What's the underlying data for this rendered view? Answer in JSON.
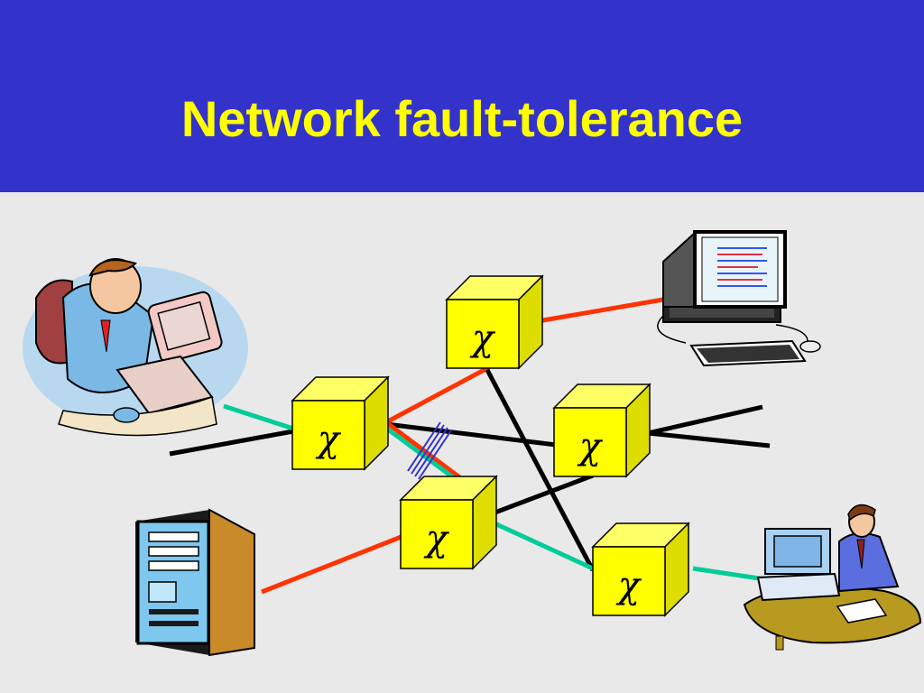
{
  "slide": {
    "title": "Network fault-tolerance"
  },
  "switches": [
    {
      "id": "sw-top",
      "label": "χ"
    },
    {
      "id": "sw-left",
      "label": "χ"
    },
    {
      "id": "sw-mid-right",
      "label": "χ"
    },
    {
      "id": "sw-mid-center",
      "label": "χ"
    },
    {
      "id": "sw-bottom-right",
      "label": "χ"
    }
  ],
  "colors": {
    "header": "#3333cc",
    "title": "#ffff00",
    "background": "#e9e9e9",
    "switch_face": "#ffff00",
    "link_red": "#ff3300",
    "link_teal": "#00cc99",
    "link_black": "#000000",
    "fault_mark": "#3333cc"
  }
}
